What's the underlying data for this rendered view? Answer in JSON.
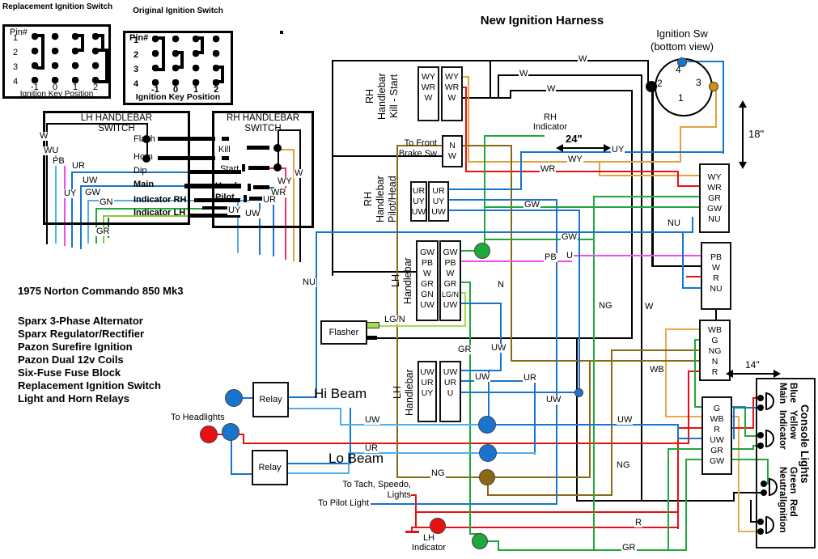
{
  "title": "New Ignition Harness",
  "switch_matrices": {
    "replacement": {
      "title": "Replacement Ignition Switch",
      "pin_header": "Pin#",
      "pins": [
        "1",
        "2",
        "3",
        "4"
      ],
      "positions": [
        "-1",
        "0",
        "1",
        "2"
      ],
      "caption": "Ignition Key Position"
    },
    "original": {
      "title": "Original Ignition Switch",
      "pin_header": "Pin#",
      "pins": [
        "1",
        "2",
        "3",
        "4"
      ],
      "positions": [
        "-1",
        "0",
        "1",
        "2"
      ],
      "caption": "Ignition Key Position"
    }
  },
  "lh_switch": {
    "title_l1": "LH HANDLEBAR",
    "title_l2": "SWITCH",
    "functions": [
      "Flash",
      "Horn",
      "Dip",
      "Main",
      "Indicator RH",
      "Indicator LH"
    ],
    "wires": [
      "W",
      "WU",
      "PB",
      "UR",
      "UW",
      "UY",
      "GW",
      "GN",
      "GR"
    ]
  },
  "rh_switch": {
    "title_l1": "RH HANDLEBAR",
    "title_l2": "SWITCH",
    "functions": [
      "Kill",
      "Start",
      "Head",
      "Pilot"
    ],
    "wires": [
      "WY",
      "W",
      "WR",
      "UR",
      "UY",
      "UW"
    ]
  },
  "ignition": {
    "title": "Ignition Sw",
    "subtitle": "(bottom view)",
    "pins": [
      "1",
      "2",
      "3",
      "4"
    ]
  },
  "dimensions": {
    "d18": "18\"",
    "d24": "24\"",
    "d14": "14\""
  },
  "notes": {
    "heading": "1975 Norton Commando 850 Mk3",
    "items": [
      "Sparx 3-Phase Alternator",
      "Sparx Regulator/Rectifier",
      "Pazon Surefire Ignition",
      "Pazon Dual 12v Coils",
      "Six-Fuse Fuse Block",
      "Replacement Ignition Switch",
      "Light and Horn Relays"
    ]
  },
  "groups": {
    "killstart": "RH\nHandlebar\nKill - Start",
    "pilothead": "RH\nHandlebar\nPilot/Head",
    "lh_upper": "LH\nHandlebar",
    "lh_lower": "LH\nHandlebar"
  },
  "connectors": {
    "killstart1": [
      "WY",
      "WR",
      "W"
    ],
    "killstart2": [
      "WY",
      "WR",
      "W"
    ],
    "front_brake": [
      "N",
      "W"
    ],
    "pilothead1": [
      "UR",
      "UY",
      "UW"
    ],
    "pilothead2": [
      "UR",
      "UY",
      "UW"
    ],
    "lh_upper1": [
      "GW",
      "PB",
      "W",
      "GR",
      "GN",
      "UW"
    ],
    "lh_upper2": [
      "GW",
      "PB",
      "W",
      "GR",
      "LG/N",
      "UW"
    ],
    "lh_lower1": [
      "UW",
      "UR",
      "UY"
    ],
    "lh_lower2": [
      "UW",
      "UR",
      "U"
    ],
    "right1": [
      "WY",
      "WR",
      "GR",
      "GW",
      "NU"
    ],
    "right2": [
      "PB",
      "W",
      "R",
      "NU"
    ],
    "right3": [
      "WB",
      "G",
      "NG",
      "N",
      "R"
    ],
    "console": [
      "G",
      "WB",
      "R",
      "UW",
      "GR",
      "GW"
    ]
  },
  "labels": {
    "flasher": "Flasher",
    "relay1": "Relay",
    "relay2": "Relay",
    "hi_beam": "Hi Beam",
    "lo_beam": "Lo Beam",
    "to_headlights": "To Headlights",
    "front_brake_l1": "To Front",
    "front_brake_l2": "Brake Sw",
    "to_tach_l1": "To Tach, Speedo,",
    "to_tach_l2": "Lights",
    "to_pilot": "To Pilot Light",
    "rh_indicator_l1": "RH",
    "rh_indicator_l2": "Indicator",
    "lh_indicator_l1": "LH",
    "lh_indicator_l2": "Indicator"
  },
  "console": {
    "title": "Console Lights",
    "lamps": [
      {
        "name": "Main",
        "color": "Blue"
      },
      {
        "name": "Indicator",
        "color": "Yellow"
      },
      {
        "name": "Neutral",
        "color": "Green"
      },
      {
        "name": "Ignition",
        "color": "Red"
      }
    ]
  },
  "wire_labels": [
    {
      "t": "W"
    },
    {
      "t": "W"
    },
    {
      "t": "W"
    },
    {
      "t": "UY"
    },
    {
      "t": "WY"
    },
    {
      "t": "WR"
    },
    {
      "t": "GW"
    },
    {
      "t": "GW"
    },
    {
      "t": "NU"
    },
    {
      "t": "PB"
    },
    {
      "t": "U"
    },
    {
      "t": "N"
    },
    {
      "t": "NU"
    },
    {
      "t": "NG"
    },
    {
      "t": "W"
    },
    {
      "t": "WB"
    },
    {
      "t": "GR"
    },
    {
      "t": "UW"
    },
    {
      "t": "UW"
    },
    {
      "t": "UR"
    },
    {
      "t": "UW"
    },
    {
      "t": "UW"
    },
    {
      "t": "UW"
    },
    {
      "t": "UR"
    },
    {
      "t": "NG"
    },
    {
      "t": "NG"
    },
    {
      "t": "R"
    },
    {
      "t": "GR"
    },
    {
      "t": "LG/N"
    }
  ],
  "colors": {
    "wire_black": "#000000",
    "wire_orange_wy": "#E2A23B",
    "wire_tan_wb": "#E8AA55",
    "wire_red": "#E81010",
    "wire_pink_wr": "#EE3366",
    "wire_brown_n": "#8B6914",
    "wire_blue": "#1874CD",
    "wire_light_blue": "#4FAEF2",
    "wire_cyan_wu": "#45B5F2",
    "wire_green": "#1FA83D",
    "wire_light_green_lgn": "#A6DD4C",
    "wire_yellow_green_gn": "#8CC63E",
    "wire_magenta_pb": "#F04CF0",
    "connector_amber": "#CC9405"
  }
}
